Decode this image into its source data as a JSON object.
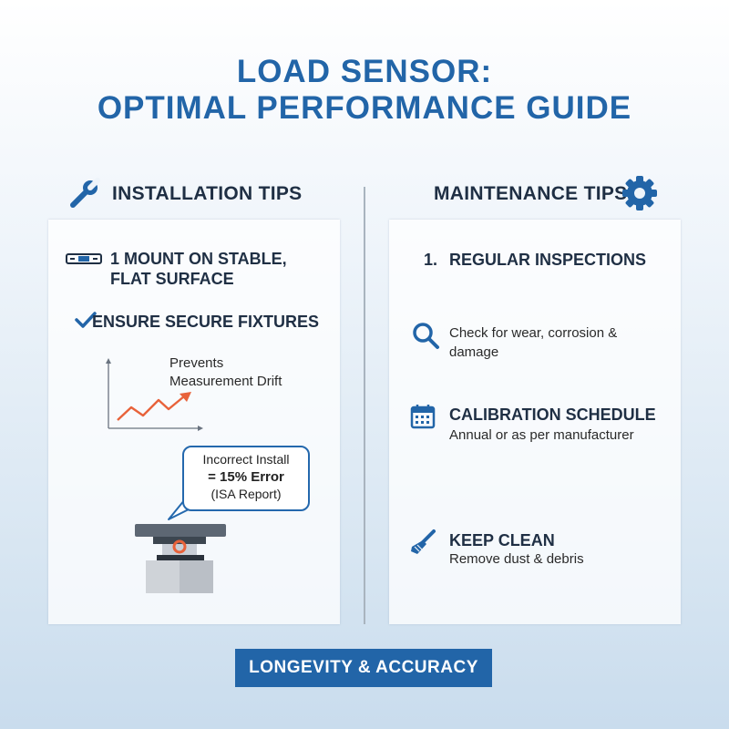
{
  "page": {
    "title_line1": "LOAD SENSOR:",
    "title_line2": "OPTIMAL PERFORMANCE GUIDE",
    "footer_badge": "LONGEVITY & ACCURACY"
  },
  "installation": {
    "heading": "INSTALLATION TIPS",
    "heading_icon": "wrench-icon",
    "item1": {
      "icon": "level-icon",
      "line1": "1 MOUNT ON STABLE,",
      "line2": "FLAT SURFACE"
    },
    "item2": {
      "icon": "checkmark-icon",
      "label": "ENSURE SECURE FIXTURES"
    },
    "drift_note": {
      "line1": "Prevents",
      "line2": "Measurement Drift"
    },
    "callout": {
      "line1": "Incorrect Install",
      "line2": "= 15% Error",
      "line3": "(ISA Report)"
    },
    "illustration": "load-sensor-icon"
  },
  "maintenance": {
    "heading": "MAINTENANCE TIPS",
    "heading_icon": "gear-icon",
    "item1": {
      "number": "1.",
      "title": "REGULAR INSPECTIONS"
    },
    "inspection_note": {
      "icon": "magnifier-icon",
      "line1": "Check for wear, corrosion &",
      "line2": "damage"
    },
    "calibration": {
      "icon": "calendar-icon",
      "title": "CALIBRATION SCHEDULE",
      "text": "Annual or as per manufacturer"
    },
    "cleaning": {
      "icon": "brush-icon",
      "title": "KEEP CLEAN",
      "text": "Remove dust & debris"
    }
  },
  "colors": {
    "brand_blue": "#2265a8",
    "chart_line": "#e8623a",
    "heading_dark": "#1f2f44"
  }
}
